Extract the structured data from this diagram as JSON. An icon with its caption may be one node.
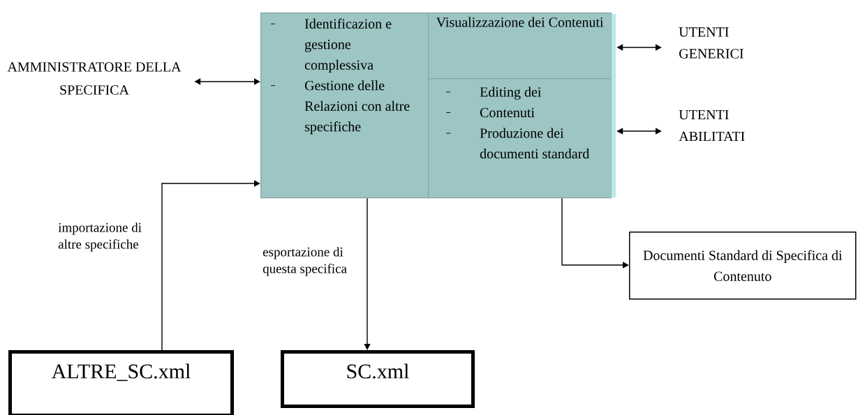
{
  "diagram": {
    "nodes": [
      {
        "text": [
          "AMMINISTRATORE DELLA SPECIFICA"
        ]
      },
      {
        "text": [
          "Identificazion e gestione complessiva",
          "Gestione delle Relazioni con altre specifiche"
        ]
      },
      {
        "text": [
          "Visualizzazione dei Contenuti"
        ]
      },
      {
        "text": [
          "Editing dei",
          "Contenuti",
          "Produzione dei documenti standard"
        ]
      },
      {
        "text": [
          "UTENTI GENERICI"
        ]
      },
      {
        "text": [
          "UTENTI ABILITATI"
        ]
      },
      {
        "text": [
          "Documenti Standard di Specifica di Contenuto"
        ]
      },
      {
        "text": [
          "ALTRE_SC.xml"
        ]
      },
      {
        "text": [
          "SC.xml"
        ]
      }
    ],
    "edges": [
      {
        "from": 0,
        "to": 1,
        "arrow": "both"
      },
      {
        "from": 2,
        "to": 4,
        "arrow": "both"
      },
      {
        "from": 3,
        "to": 5,
        "arrow": "both"
      },
      {
        "from": 7,
        "to": 1,
        "arrow": "to",
        "label": "importazione di altre specifiche"
      },
      {
        "from": 1,
        "to": 8,
        "arrow": "to",
        "label": "esportazione di questa specifica"
      },
      {
        "from": 3,
        "to": 6,
        "arrow": "to"
      }
    ]
  }
}
